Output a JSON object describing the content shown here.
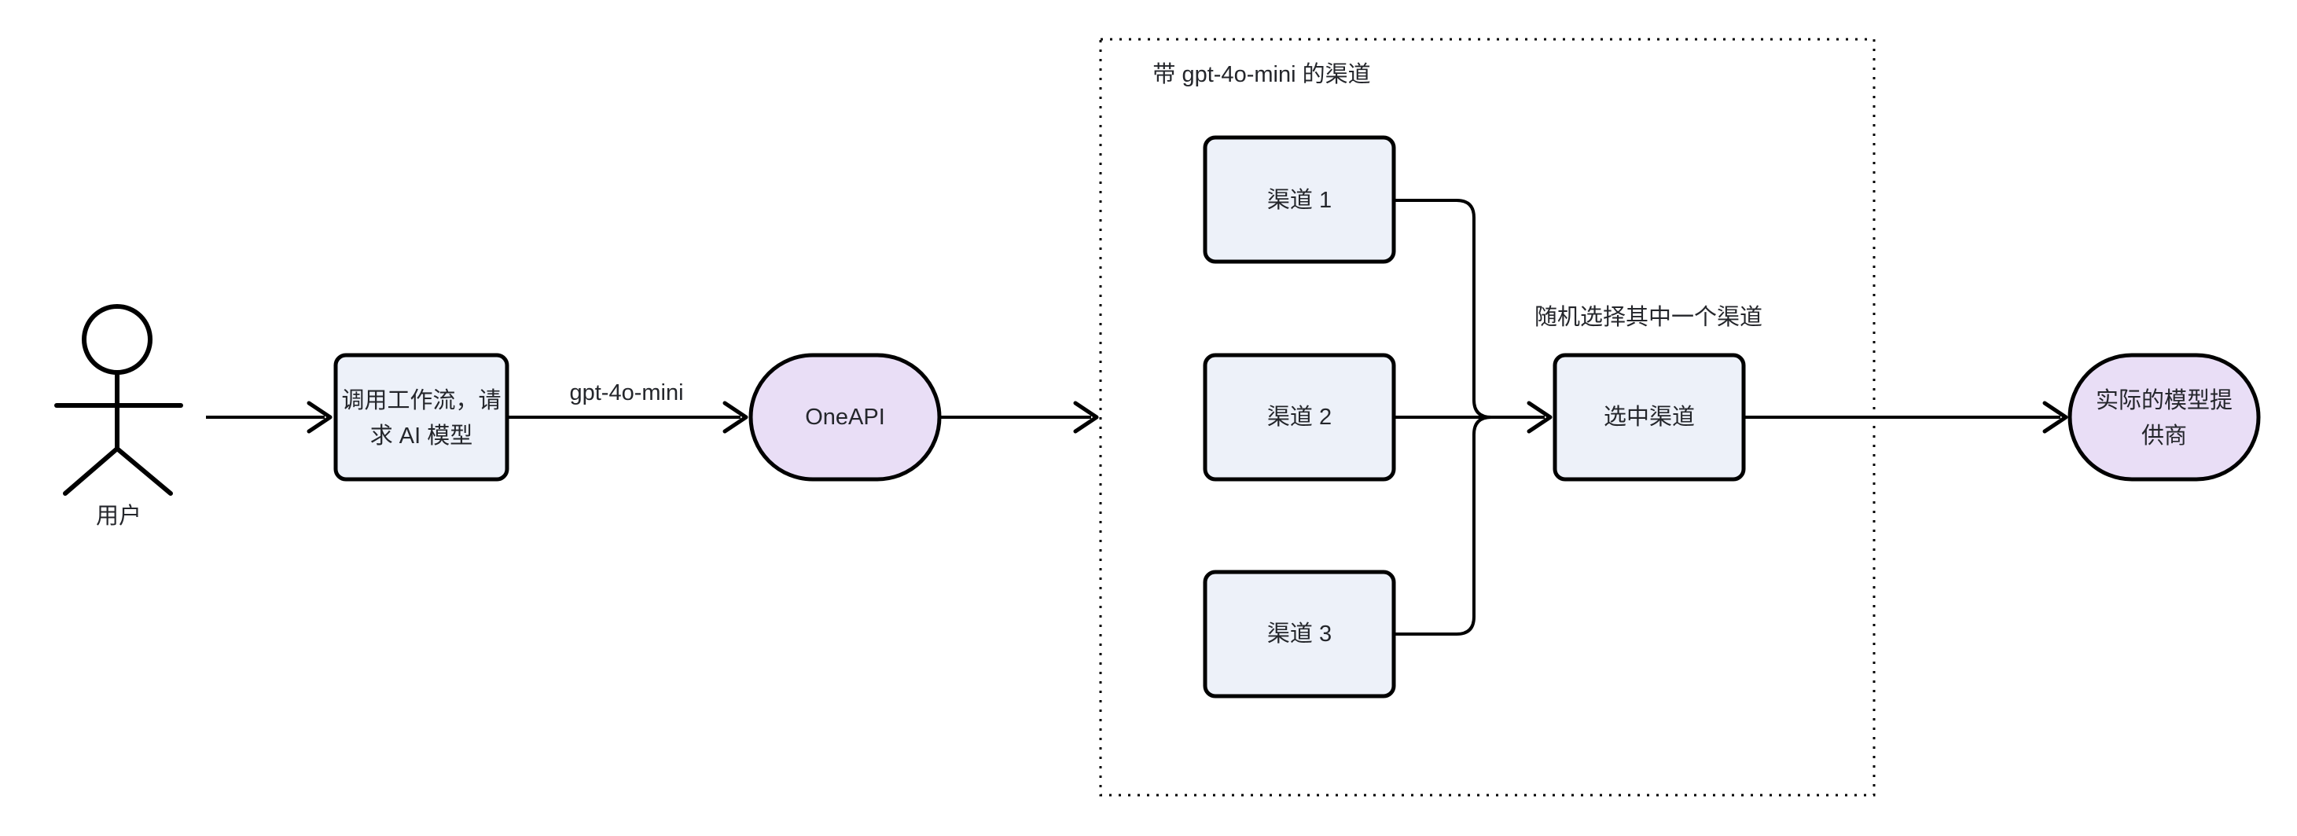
{
  "diagram": {
    "type": "flowchart-lr",
    "background": "#ffffff",
    "colors": {
      "node_fill": "#edf1f9",
      "pill_fill": "#e9def6",
      "stroke": "#000000",
      "text": "#24262b"
    },
    "actor": {
      "label": "用户"
    },
    "nodes": {
      "workflow": {
        "label_line1": "调用工作流，请",
        "label_line2": "求 AI 模型"
      },
      "oneapi": {
        "label": "OneAPI"
      },
      "channel1": {
        "label": "渠道 1"
      },
      "channel2": {
        "label": "渠道 2"
      },
      "channel3": {
        "label": "渠道 3"
      },
      "selected": {
        "label": "选中渠道"
      },
      "provider": {
        "label_line1": "实际的模型提",
        "label_line2": "供商"
      }
    },
    "edges": {
      "workflow_to_oneapi_label": "gpt-4o-mini"
    },
    "container": {
      "title": "带 gpt-4o-mini 的渠道"
    },
    "annotations": {
      "random_select": "随机选择其中一个渠道"
    }
  }
}
